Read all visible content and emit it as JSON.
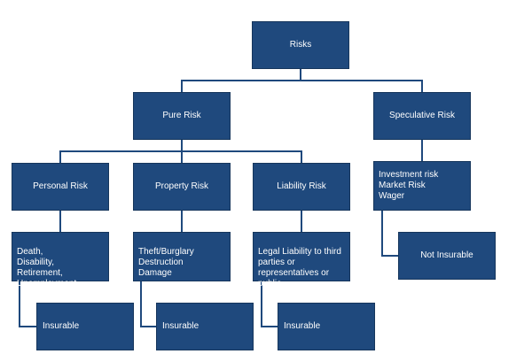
{
  "colors": {
    "box_fill": "#1f497d",
    "box_border": "#16365c",
    "text": "#ffffff",
    "connector": "#1f497d"
  },
  "nodes": {
    "risks": "Risks",
    "pure_risk": "Pure Risk",
    "speculative_risk": "Speculative Risk",
    "personal_risk": "Personal Risk",
    "property_risk": "Property Risk",
    "liability_risk": "Liability Risk",
    "personal_examples": "Death,\nDisability,\nRetirement,\nUnemployment",
    "property_examples": "Theft/Burglary\nDestruction\nDamage",
    "liability_examples": "Legal Liability to third\nparties or\nrepresentatives or\npublic",
    "speculative_examples": "Investment risk\nMarket Risk\nWager",
    "insurable_personal": "Insurable",
    "insurable_property": "Insurable",
    "insurable_liability": "Insurable",
    "not_insurable": "Not Insurable"
  }
}
